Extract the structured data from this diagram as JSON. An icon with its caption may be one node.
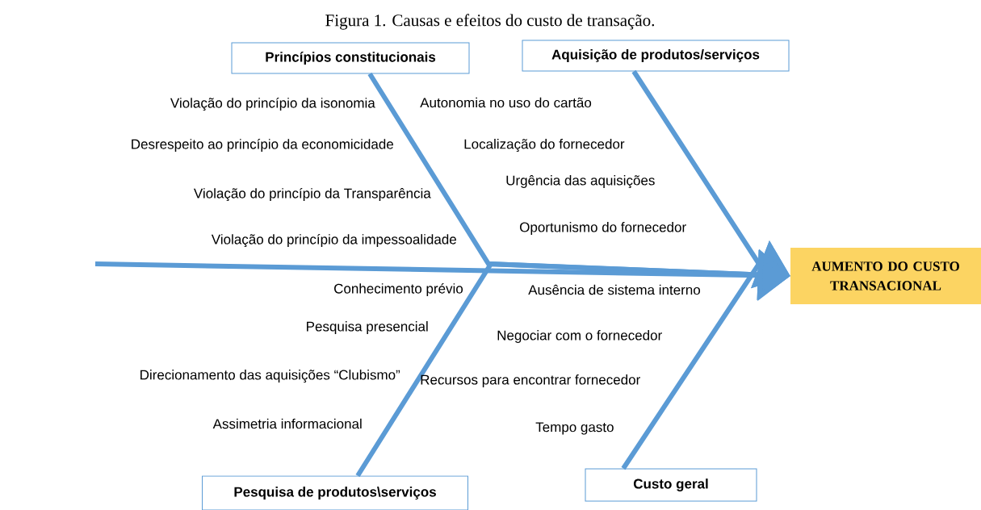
{
  "diagram": {
    "title": "Figura 1. Causas e efeitos do custo de transação.",
    "nodes": [
      {
        "text": [
          "Princípios constitucionais"
        ]
      },
      {
        "text": [
          "Aquisição de produtos/serviços"
        ]
      },
      {
        "text": [
          "Pesquisa de produtos\\serviços"
        ]
      },
      {
        "text": [
          "Custo geral"
        ]
      },
      {
        "text": [
          "AUMENTO DO CUSTO TRANSACIONAL"
        ]
      }
    ],
    "edges": [
      {
        "from": 0,
        "to": 4,
        "arrow": "to"
      },
      {
        "from": 1,
        "to": 4,
        "arrow": "to"
      },
      {
        "from": 2,
        "to": 4,
        "arrow": "to"
      },
      {
        "from": 3,
        "to": 4,
        "arrow": "to"
      },
      {
        "from": null,
        "to": 4,
        "arrow": "to"
      }
    ],
    "labels": [
      "Violação do princípio da isonomia",
      "Autonomia no uso do cartão",
      "Desrespeito ao princípio da economicidade",
      "Localização do fornecedor",
      "Urgência das aquisições",
      "Violação do princípio da Transparência",
      "Oportunismo do fornecedor",
      "Violação do princípio da impessoalidade",
      "Conhecimento prévio",
      "Ausência de sistema interno",
      "Pesquisa presencial",
      "Negociar com o fornecedor",
      "Direcionamento das aquisições “Clubismo”",
      "Recursos para encontrar fornecedor",
      "Assimetria informacional",
      "Tempo gasto"
    ]
  }
}
